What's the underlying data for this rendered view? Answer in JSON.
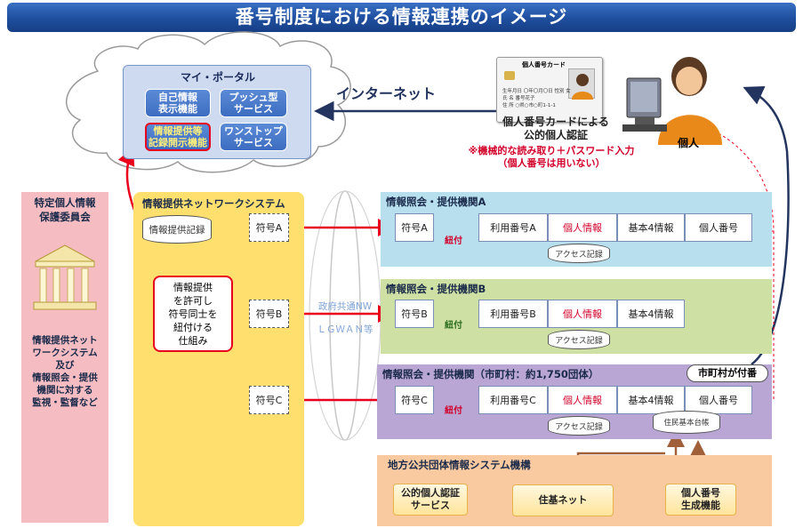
{
  "title": "番号制度における情報連携のイメージ",
  "cloud": {
    "label": "マイ・ポータル",
    "tiles": [
      {
        "line1": "自己情報",
        "line2": "表示機能"
      },
      {
        "line1": "プッシュ型",
        "line2": "サービス"
      },
      {
        "line1": "情報提供等",
        "line2": "記録開示機能"
      },
      {
        "line1": "ワンストップ",
        "line2": "サービス"
      }
    ]
  },
  "internet_label": "インターネット",
  "card": {
    "title": "個人番号カード",
    "lines": [
      "生年月日 〇年〇月〇日 性別 女",
      "氏  名 番号花子",
      "住  所 ○県○市○町1-1-1"
    ]
  },
  "auth": {
    "line1": "個人番号カードによる",
    "line2": "公的個人認証"
  },
  "note": {
    "line1": "※機械的な読み取り＋パスワード入力",
    "line2": "（個人番号は用いない）"
  },
  "person_label": "個人",
  "commission": {
    "title_line1": "特定個人情報",
    "title_line2": "保護委員会",
    "desc": [
      "情報提供ネット",
      "ワークシステム",
      "及び",
      "情報照会・提供",
      "機関に対する",
      "監視・監督など"
    ]
  },
  "network_system": {
    "title": "情報提供ネットワークシステム",
    "record": "情報提供記録",
    "center": [
      "情報提供",
      "を許可し",
      "符号同士を",
      "紐付ける",
      "仕組み"
    ],
    "codes": [
      "符号A",
      "符号B",
      "符号C"
    ]
  },
  "nw_label": {
    "line1": "政府共通NW",
    "line2": "ＬＧＷＡＮ等"
  },
  "org_a": {
    "title": "情報照会・提供機関A",
    "code": "符号A",
    "link": "紐付",
    "fields": [
      "利用番号A",
      "個人情報",
      "基本4情報",
      "個人番号"
    ],
    "log": "アクセス記録"
  },
  "org_b": {
    "title": "情報照会・提供機関B",
    "code": "符号B",
    "link": "紐付",
    "fields": [
      "利用番号B",
      "個人情報",
      "基本4情報"
    ],
    "log": "アクセス記録"
  },
  "org_c": {
    "title": "情報照会・提供機関（市町村：約1,750団体）",
    "code": "符号C",
    "link": "紐付",
    "fields": [
      "利用番号C",
      "個人情報",
      "基本4情報",
      "個人番号"
    ],
    "log": "アクセス記録",
    "registry": "住民基本台帳",
    "badge": "市町村が付番"
  },
  "local_system": {
    "title": "地方公共団体情報システム機構",
    "items": [
      {
        "line1": "公的個人認証",
        "line2": "サービス"
      },
      {
        "line1": "住基ネット",
        "line2": ""
      },
      {
        "line1": "個人番号",
        "line2": "生成機能"
      }
    ]
  },
  "colors": {
    "title_blue": "#1f4e9e",
    "red": "#e8001c",
    "yellow": "#ffdf6e",
    "pink": "#f5bcc2"
  }
}
